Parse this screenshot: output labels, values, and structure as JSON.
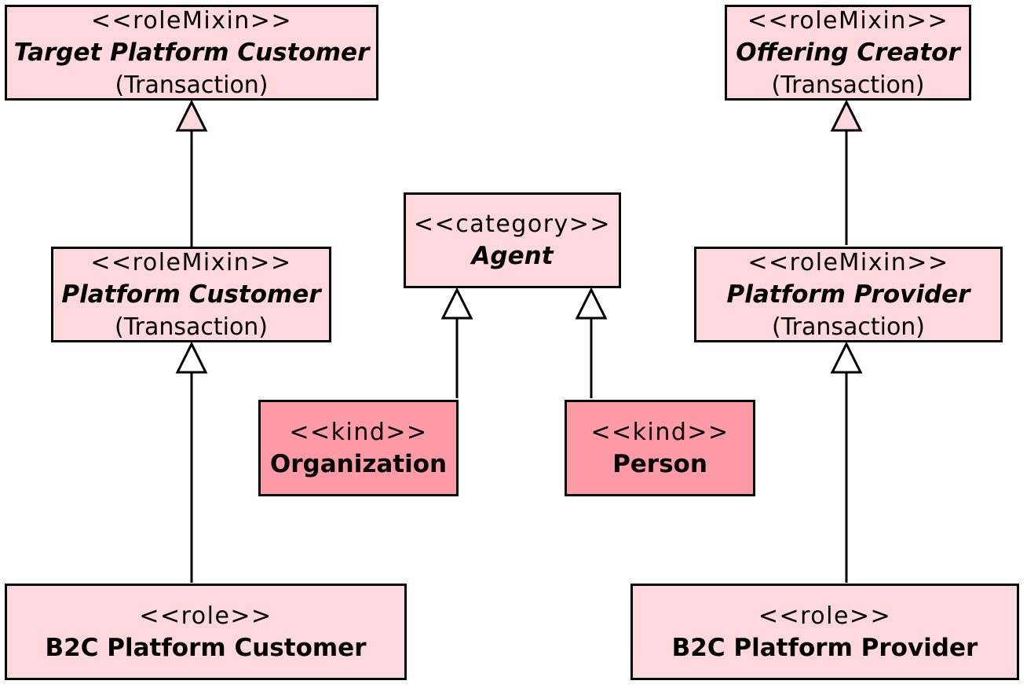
{
  "classes": {
    "target_platform_customer": {
      "stereotype": "<<roleMixin>>",
      "name": "Target Platform Customer",
      "context": "(Transaction)"
    },
    "offering_creator": {
      "stereotype": "<<roleMixin>>",
      "name": "Offering Creator",
      "context": "(Transaction)"
    },
    "agent": {
      "stereotype": "<<category>>",
      "name": "Agent"
    },
    "platform_customer": {
      "stereotype": "<<roleMixin>>",
      "name": "Platform Customer",
      "context": "(Transaction)"
    },
    "platform_provider": {
      "stereotype": "<<roleMixin>>",
      "name": "Platform Provider",
      "context": "(Transaction)"
    },
    "organization": {
      "stereotype": "<<kind>>",
      "name": "Organization"
    },
    "person": {
      "stereotype": "<<kind>>",
      "name": "Person"
    },
    "b2c_platform_customer": {
      "stereotype": "<<role>>",
      "name": "B2C Platform Customer"
    },
    "b2c_platform_provider": {
      "stereotype": "<<role>>",
      "name": "B2C Platform Provider"
    }
  },
  "generalizations": [
    {
      "from": "platform_customer",
      "to": "target_platform_customer",
      "filled": true
    },
    {
      "from": "b2c_platform_customer",
      "to": "platform_customer",
      "filled": false
    },
    {
      "from": "organization",
      "to": "agent",
      "filled": false
    },
    {
      "from": "person",
      "to": "agent",
      "filled": false
    },
    {
      "from": "platform_provider",
      "to": "offering_creator",
      "filled": true
    },
    {
      "from": "b2c_platform_provider",
      "to": "platform_provider",
      "filled": false
    }
  ],
  "colors": {
    "role_fill": "#fdd8dc",
    "kind_fill": "#fd9aa6",
    "stroke": "#000000"
  }
}
